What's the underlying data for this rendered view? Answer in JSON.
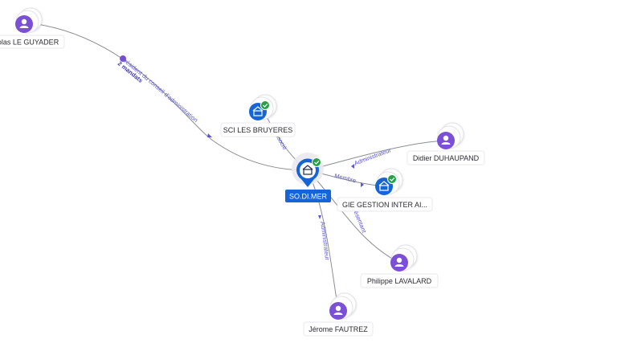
{
  "colors": {
    "person": "#7b4fd6",
    "company": "#1565d8",
    "check": "#27a046",
    "edge": "#8a8d94",
    "edge_label": "#5b57d1",
    "main_badge": "#1565d8"
  },
  "main_node": {
    "label": "SO.DI.MER",
    "icon": "building-icon",
    "verified": true
  },
  "nodes": [
    {
      "id": "nicolas",
      "label": "olas LE GUYADER",
      "kind": "person",
      "icon": "person-icon"
    },
    {
      "id": "sci",
      "label": "SCI LES BRUYERES",
      "kind": "company",
      "icon": "building-icon",
      "verified": true
    },
    {
      "id": "didier",
      "label": "Didier DUHAUPAND",
      "kind": "person",
      "icon": "person-icon"
    },
    {
      "id": "gie",
      "label": "GIE GESTION INTER AI...",
      "kind": "company",
      "icon": "building-icon",
      "verified": true
    },
    {
      "id": "philippe",
      "label": "Philippe LAVALARD",
      "kind": "person",
      "icon": "person-icon"
    },
    {
      "id": "jerome",
      "label": "Jérome FAUTREZ",
      "kind": "person",
      "icon": "person-icon"
    }
  ],
  "edges": [
    {
      "id": "e-nicolas",
      "label": "Président du conseil d'administration",
      "extra": "2 mandats"
    },
    {
      "id": "e-sci",
      "label": "Associé"
    },
    {
      "id": "e-didier",
      "label": "Administrateur"
    },
    {
      "id": "e-gie",
      "label": "Membre"
    },
    {
      "id": "e-philippe",
      "label": "Représentant"
    },
    {
      "id": "e-jerome",
      "label": "Administrateur"
    }
  ]
}
